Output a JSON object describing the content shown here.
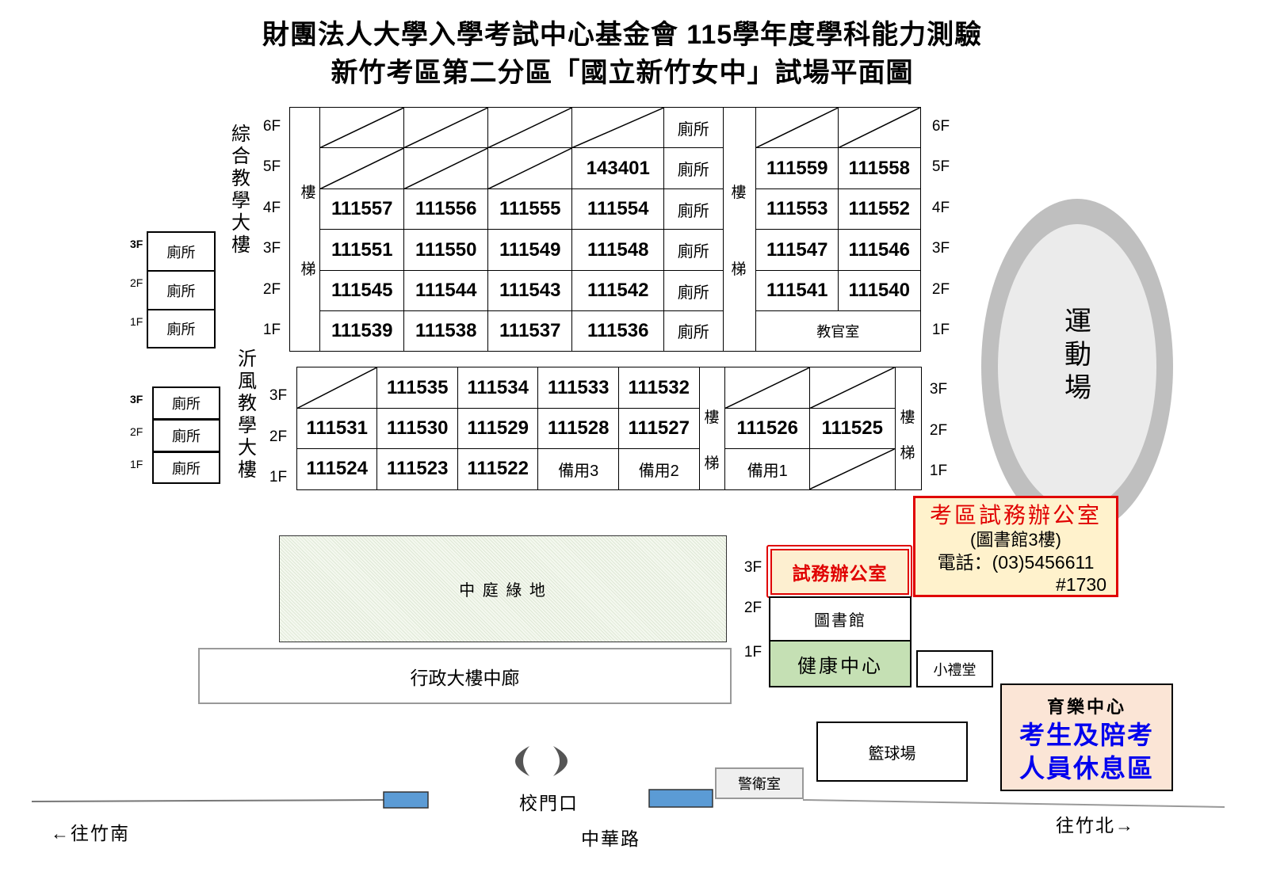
{
  "title": {
    "line1": "財團法人大學入學考試中心基金會 115學年度學科能力測驗",
    "line2": "新竹考區第二分區「國立新竹女中」試場平面圖"
  },
  "building_a": {
    "name": "綜合教學大樓",
    "stair": [
      "樓",
      "梯"
    ],
    "floors": [
      "6F",
      "5F",
      "4F",
      "3F",
      "2F",
      "1F"
    ],
    "left_rows": [
      [
        "",
        "",
        "",
        "",
        "廁所"
      ],
      [
        "",
        "",
        "",
        "143401",
        "廁所"
      ],
      [
        "111557",
        "111556",
        "111555",
        "111554",
        "廁所"
      ],
      [
        "111551",
        "111550",
        "111549",
        "111548",
        "廁所"
      ],
      [
        "111545",
        "111544",
        "111543",
        "111542",
        "廁所"
      ],
      [
        "111539",
        "111538",
        "111537",
        "111536",
        "廁所"
      ]
    ],
    "right_rows": [
      [
        "",
        ""
      ],
      [
        "111559",
        "111558"
      ],
      [
        "111553",
        "111552"
      ],
      [
        "111547",
        "111546"
      ],
      [
        "111541",
        "111540"
      ]
    ],
    "right_1f": "教官室",
    "toilets": {
      "floors": [
        "3F",
        "2F",
        "1F"
      ],
      "label": "廁所"
    }
  },
  "building_b": {
    "name": "沂風教學大樓",
    "stair": [
      "樓",
      "梯"
    ],
    "floors": [
      "3F",
      "2F",
      "1F"
    ],
    "left_rows": [
      [
        "",
        "111535",
        "111534",
        "111533",
        "111532"
      ],
      [
        "111531",
        "111530",
        "111529",
        "111528",
        "111527"
      ],
      [
        "111524",
        "111523",
        "111522",
        "備用3",
        "備用2"
      ]
    ],
    "right_rows": [
      [
        "",
        ""
      ],
      [
        "111526",
        "111525"
      ],
      [
        "備用1",
        ""
      ]
    ],
    "toilets": {
      "floors": [
        "3F",
        "2F",
        "1F"
      ],
      "label": "廁所"
    }
  },
  "courtyard": "中 庭 綠 地",
  "admin_corridor": "行政大樓中廊",
  "library": {
    "floors": [
      "3F",
      "2F",
      "1F"
    ],
    "f3": "試務辦公室",
    "f2": "圖書館",
    "f1": "健康中心"
  },
  "exam_office": {
    "title": "考區試務辦公室",
    "location": "(圖書館3樓)",
    "phone": "電話：(03)5456611",
    "ext": "#1730"
  },
  "small_hall": "小禮堂",
  "recreation": {
    "name": "育樂中心",
    "line1": "考生及陪考",
    "line2": "人員休息區"
  },
  "basketball": "籃球場",
  "guard_room": "警衛室",
  "sports_field": "運動場",
  "gate": "校門口",
  "road": "中華路",
  "to_south": "←往竹南",
  "to_north": "往竹北→",
  "colors": {
    "red": "#e00000",
    "blue": "#0000ee",
    "green": "#c5e0b4",
    "office_fill": "#fff2cc",
    "rec_fill": "#fbe5d6",
    "gate_blue": "#5b9bd5"
  }
}
